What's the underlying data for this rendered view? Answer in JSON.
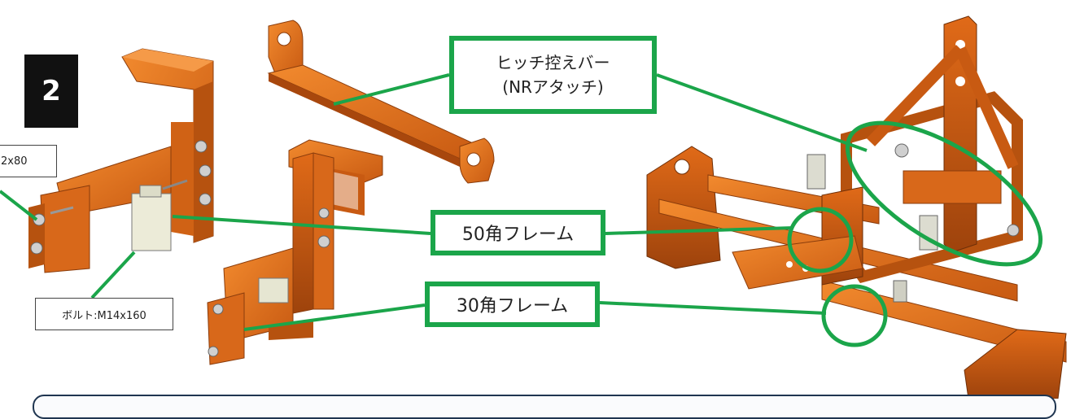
{
  "step_number": "2",
  "labels": {
    "hitch_line1": "ヒッチ控えバー",
    "hitch_line2": "(NRアタッチ)",
    "frame_50": "50角フレーム",
    "frame_30": "30角フレーム",
    "bolt_m14": "ボルト:M14x160",
    "bolt_partial": "2x80"
  },
  "colors": {
    "frame_orange": "#e8731c",
    "frame_dark": "#b24f0f",
    "callout_green": "#1ba54a",
    "badge_black": "#111111"
  }
}
